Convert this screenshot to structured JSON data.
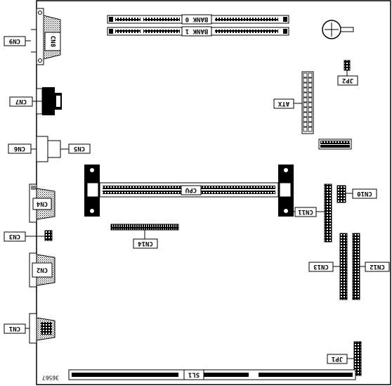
{
  "diagram": {
    "labels": {
      "bank0": "BANK 0",
      "bank1": "BANK 1",
      "cn9": "CN9",
      "cn8": "CN8",
      "cn7": "CN7",
      "cn6": "CN6",
      "cn5": "CN5",
      "cn4": "CN4",
      "cn3": "CN3",
      "cn2": "CN2",
      "cn1": "CN1",
      "cn10": "CN10",
      "cn11": "CN11",
      "cn12": "CN12",
      "cn13": "CN13",
      "cn14": "CN14",
      "cpu": "CPU",
      "atx": "ATX",
      "jp1": "JP1",
      "jp2": "JP2",
      "sl1": "SL1",
      "figure_id": "36567"
    }
  }
}
